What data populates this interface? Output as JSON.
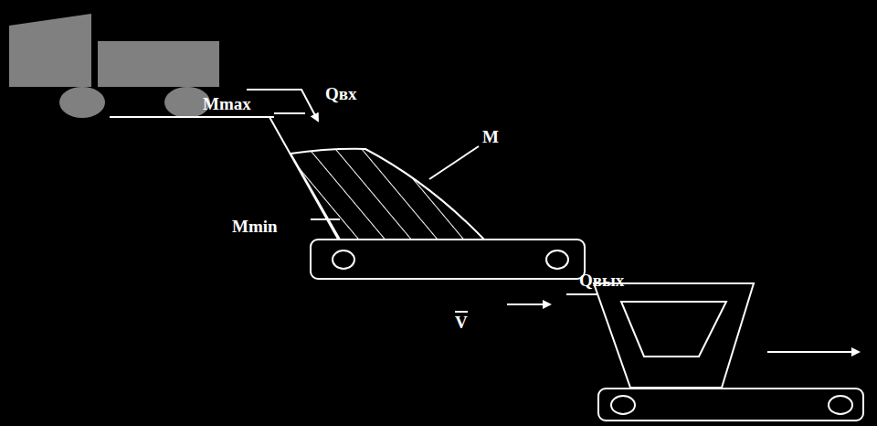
{
  "diagram": {
    "labels": [
      "Qвх",
      "Mmax",
      "Mmin",
      "M",
      "V",
      "Qвых"
    ]
  }
}
